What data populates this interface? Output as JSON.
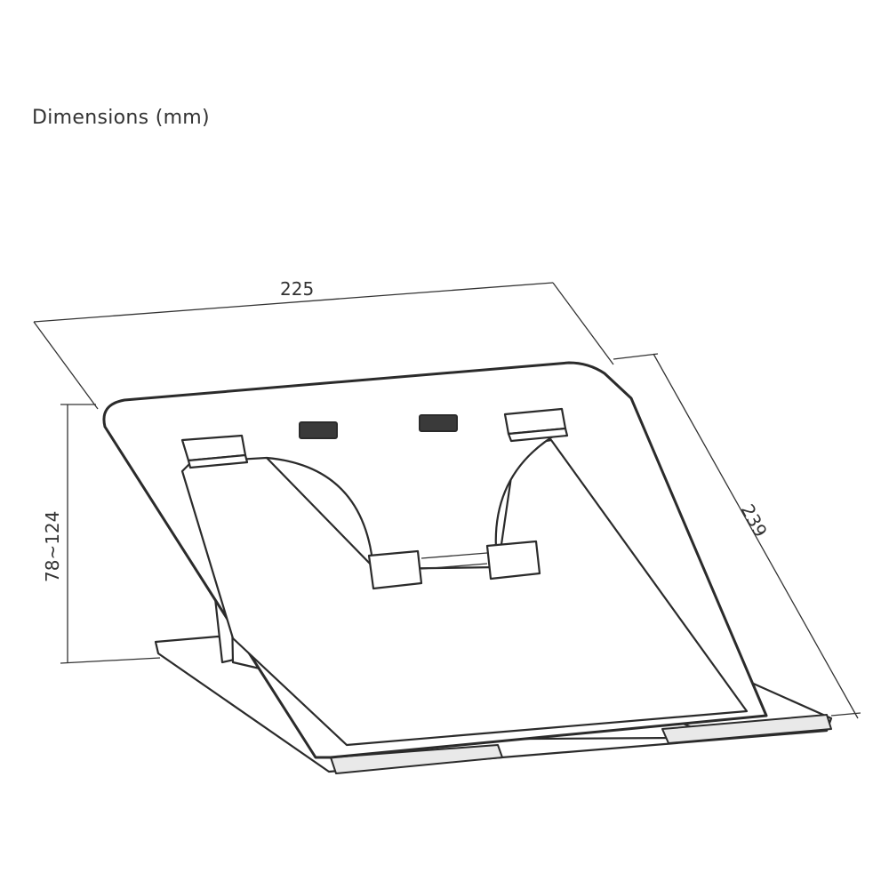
{
  "title": "Dimensions (mm)",
  "dimensions": {
    "width": "225",
    "depth": "239",
    "height": "78~124"
  },
  "colors": {
    "line": "#333333",
    "background": "#ffffff"
  }
}
